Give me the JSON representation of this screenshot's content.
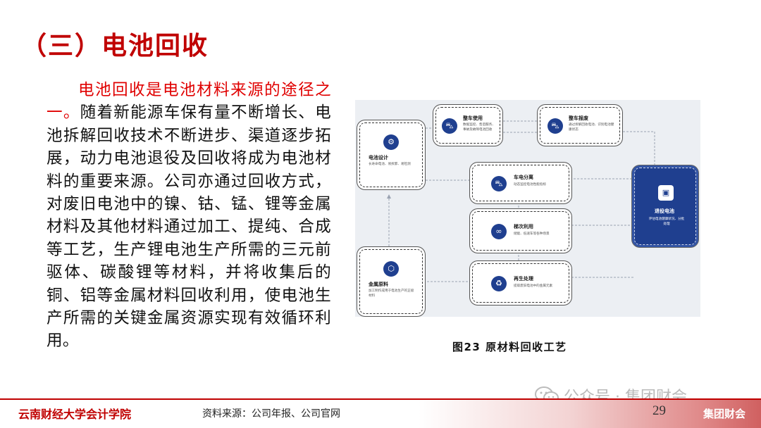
{
  "title": "（三）电池回收",
  "body": {
    "lead": "电池回收是电池材料来源的途径之一。",
    "rest": "随着新能源车保有量不断增长、电池拆解回收技术不断进步、渠道逐步拓展，动力电池退役及回收将成为电池材料的重要来源。公司亦通过回收方式，对废旧电池中的镍、钴、锰、锂等金属材料及其他材料通过加工、提纯、合成等工艺，生产锂电池生产所需的三元前驱体、碳酸锂等材料，并将收集后的铜、铝等金属材料回收利用，使电池生产所需的关键金属资源实现有效循环利用。"
  },
  "diagram": {
    "nodes": {
      "design": {
        "title": "电池设计",
        "sub": "长寿命电池、易拆卸、易检测"
      },
      "use": {
        "title": "整车使用",
        "sub": "数据监控、售后服务、事故及故障电池回收"
      },
      "scrap": {
        "title": "整车报废",
        "sub": "通过拆解回收电池、识别电池健康状态"
      },
      "separate": {
        "title": "车电分离",
        "sub": "动态监控电池性能指标"
      },
      "retired": {
        "title": "退役电池",
        "sub": "评估电池健康状况、分批处理"
      },
      "cascade": {
        "title": "梯次利用",
        "sub": "储能、低速车等各种场景"
      },
      "material": {
        "title": "金属原料",
        "sub": "加工制作成用于电池生产的正极材料"
      },
      "regen": {
        "title": "再生处理",
        "sub": "提取废旧电池中的金属元素"
      }
    }
  },
  "caption": "图23 原材料回收工艺",
  "watermark": "公众号 · 集团财会",
  "footer": {
    "school": "云南财经大学会计学院",
    "source": "资料来源：公司年报、公司官网",
    "page": "29",
    "brand": "集团财会"
  },
  "colors": {
    "accent": "#c00000",
    "diagram_blue": "#1f3f8f"
  }
}
